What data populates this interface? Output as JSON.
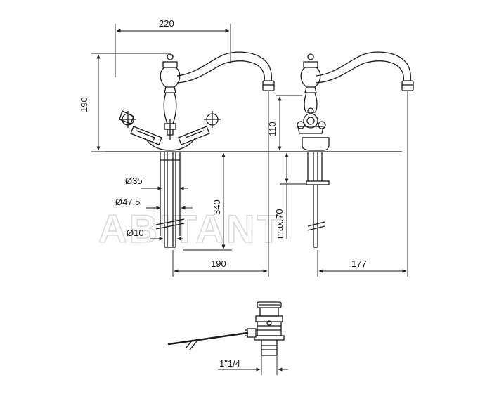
{
  "dimensions": {
    "top_width": "220",
    "height_total": "190",
    "height_above_deck": "110",
    "shank_length": "340",
    "base_width": "190",
    "spout_reach": "177",
    "max_deck": "max.70",
    "dia_35": "Ø35",
    "dia_475": "Ø47,5",
    "dia_10": "Ø10",
    "thread": "1\"1/4"
  },
  "watermark": "ABITANT"
}
